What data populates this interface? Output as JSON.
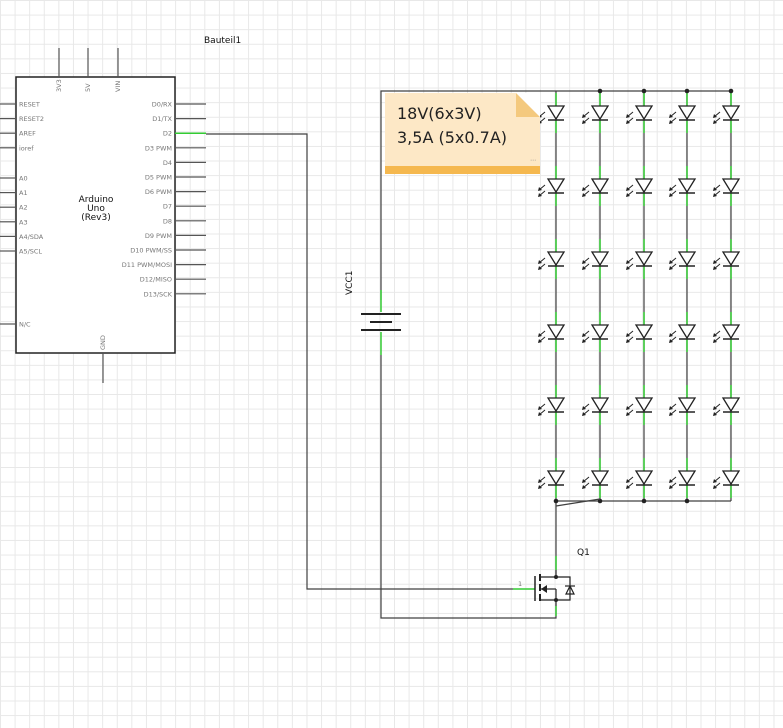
{
  "arduino": {
    "name": "Bauteil1",
    "title_lines": [
      "Arduino",
      "Uno",
      "(Rev3)"
    ],
    "top_pins": [
      "3V3",
      "5V",
      "VIN"
    ],
    "left_pins_top": [
      "RESET",
      "RESET2",
      "AREF",
      "ioref"
    ],
    "left_pins_analog": [
      "A0",
      "A1",
      "A2",
      "A3",
      "A4/SDA",
      "A5/SCL"
    ],
    "left_pin_nc": "N/C",
    "right_pins": [
      "D0/RX",
      "D1/TX",
      "D2",
      "D3 PWM",
      "D4",
      "D5 PWM",
      "D6 PWM",
      "D7",
      "D8",
      "D9 PWM",
      "D10 PWM/SS",
      "D11 PWM/MOSI",
      "D12/MISO",
      "D13/SCK"
    ],
    "bottom_pin": "GND"
  },
  "battery": {
    "label": "VCC1"
  },
  "mosfet": {
    "label": "Q1",
    "gate_pin": "1"
  },
  "note": {
    "line1": "18V(6x3V)",
    "line2": "3,5A (5x0.7A)"
  },
  "led_matrix": {
    "columns": 5,
    "rows": 6
  },
  "colors": {
    "wire": "#404040",
    "pin_end": "#33cc33",
    "outline": "#222222",
    "note_bg": "#fde8c6",
    "note_bar": "#f5b84f"
  }
}
